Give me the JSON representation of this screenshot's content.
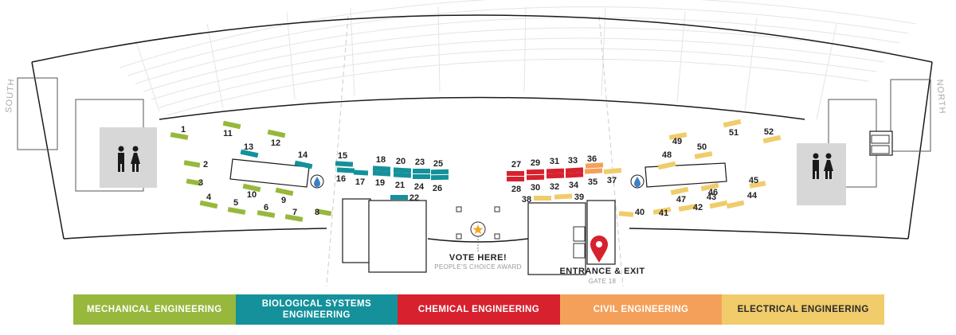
{
  "directions": {
    "south": "SOUTH",
    "north": "NORTH"
  },
  "vote": {
    "title": "VOTE HERE!",
    "subtitle": "PEOPLE'S CHOICE AWARD"
  },
  "entrance": {
    "title": "ENTRANCE & EXIT",
    "subtitle": "GATE 18"
  },
  "icons": {
    "restroom": "restroom-icon",
    "water": "water-fountain-icon",
    "vote_star": "star-icon",
    "entrance_pin": "location-pin-icon"
  },
  "categories": [
    {
      "key": "mech",
      "label": "MECHANICAL ENGINEERING",
      "color": "#97b83c",
      "text_color": "#ffffff"
    },
    {
      "key": "bio",
      "label": "BIOLOGICAL SYSTEMS ENGINEERING",
      "color": "#14919b",
      "text_color": "#ffffff"
    },
    {
      "key": "chem",
      "label": "CHEMICAL ENGINEERING",
      "color": "#d7212e",
      "text_color": "#ffffff"
    },
    {
      "key": "civil",
      "label": "CIVIL ENGINEERING",
      "color": "#f5a05a",
      "text_color": "#ffffff"
    },
    {
      "key": "elec",
      "label": "ELECTRICAL ENGINEERING",
      "color": "#f0cc6a",
      "text_color": "#2a2a2a"
    }
  ],
  "booths": [
    {
      "n": "1",
      "cat": "mech"
    },
    {
      "n": "2",
      "cat": "mech"
    },
    {
      "n": "3",
      "cat": "mech"
    },
    {
      "n": "4",
      "cat": "mech"
    },
    {
      "n": "5",
      "cat": "mech"
    },
    {
      "n": "6",
      "cat": "mech"
    },
    {
      "n": "7",
      "cat": "mech"
    },
    {
      "n": "8",
      "cat": "mech"
    },
    {
      "n": "9",
      "cat": "mech"
    },
    {
      "n": "10",
      "cat": "mech"
    },
    {
      "n": "11",
      "cat": "mech"
    },
    {
      "n": "12",
      "cat": "mech"
    },
    {
      "n": "13",
      "cat": "bio"
    },
    {
      "n": "14",
      "cat": "bio"
    },
    {
      "n": "15",
      "cat": "bio"
    },
    {
      "n": "16",
      "cat": "bio"
    },
    {
      "n": "17",
      "cat": "bio"
    },
    {
      "n": "18",
      "cat": "bio"
    },
    {
      "n": "19",
      "cat": "bio"
    },
    {
      "n": "20",
      "cat": "bio"
    },
    {
      "n": "21",
      "cat": "bio"
    },
    {
      "n": "22",
      "cat": "bio"
    },
    {
      "n": "23",
      "cat": "bio"
    },
    {
      "n": "24",
      "cat": "bio"
    },
    {
      "n": "25",
      "cat": "bio"
    },
    {
      "n": "26",
      "cat": "bio"
    },
    {
      "n": "27",
      "cat": "chem"
    },
    {
      "n": "28",
      "cat": "chem"
    },
    {
      "n": "29",
      "cat": "chem"
    },
    {
      "n": "30",
      "cat": "chem"
    },
    {
      "n": "31",
      "cat": "chem"
    },
    {
      "n": "32",
      "cat": "chem"
    },
    {
      "n": "33",
      "cat": "chem"
    },
    {
      "n": "34",
      "cat": "chem"
    },
    {
      "n": "35",
      "cat": "civil"
    },
    {
      "n": "36",
      "cat": "civil"
    },
    {
      "n": "37",
      "cat": "elec"
    },
    {
      "n": "38",
      "cat": "elec"
    },
    {
      "n": "39",
      "cat": "elec"
    },
    {
      "n": "40",
      "cat": "elec"
    },
    {
      "n": "41",
      "cat": "elec"
    },
    {
      "n": "42",
      "cat": "elec"
    },
    {
      "n": "43",
      "cat": "elec"
    },
    {
      "n": "44",
      "cat": "elec"
    },
    {
      "n": "45",
      "cat": "elec"
    },
    {
      "n": "46",
      "cat": "elec"
    },
    {
      "n": "47",
      "cat": "elec"
    },
    {
      "n": "48",
      "cat": "elec"
    },
    {
      "n": "49",
      "cat": "elec"
    },
    {
      "n": "50",
      "cat": "elec"
    },
    {
      "n": "51",
      "cat": "elec"
    },
    {
      "n": "52",
      "cat": "elec"
    }
  ]
}
